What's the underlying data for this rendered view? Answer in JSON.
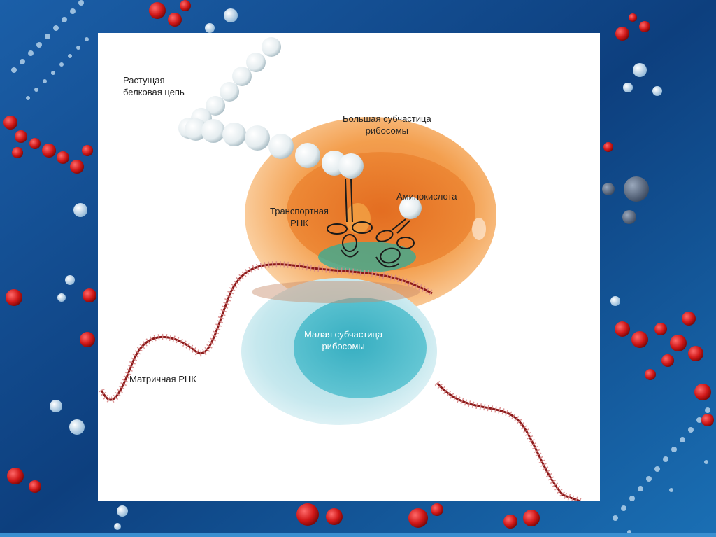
{
  "diagram": {
    "labels": {
      "protein_chain": [
        "Растущая",
        "белковая цепь"
      ],
      "large_subunit": [
        "Большая субчастица",
        "рибосомы"
      ],
      "transport_rna": [
        "Транспортная",
        "РНК"
      ],
      "amino_acid": [
        "Аминокислота"
      ],
      "small_subunit": [
        "Малая субчастица",
        "рибосомы"
      ],
      "matrix_rna": [
        "Матричная РНК"
      ]
    }
  },
  "colors": {
    "background": "#0b3f7a",
    "panel": "#ffffff",
    "large_subunit": "#f0883a",
    "small_subunit": "#3fb8c8",
    "mrna": "#8b1a1a",
    "protein_bead": "#e6eef2",
    "molecule_red": "#d01818"
  }
}
